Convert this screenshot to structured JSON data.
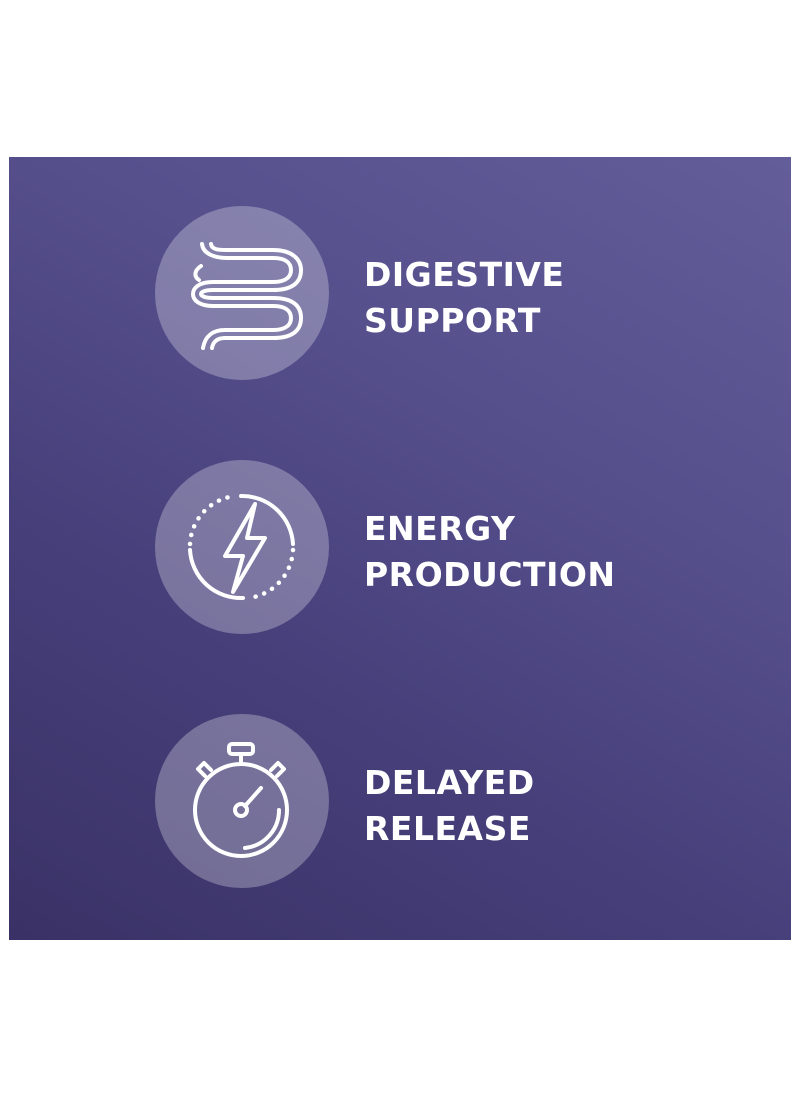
{
  "colors": {
    "background": "#ffffff",
    "panel_gradient_light": "#635e9a",
    "panel_gradient_dark": "#3a3266",
    "text": "#ffffff"
  },
  "features": [
    {
      "icon": "intestine-icon",
      "line1": "DIGESTIVE",
      "line2": "SUPPORT"
    },
    {
      "icon": "lightning-bolt-icon",
      "line1": "ENERGY",
      "line2": "PRODUCTION"
    },
    {
      "icon": "stopwatch-icon",
      "line1": "DELAYED",
      "line2": "RELEASE"
    }
  ]
}
